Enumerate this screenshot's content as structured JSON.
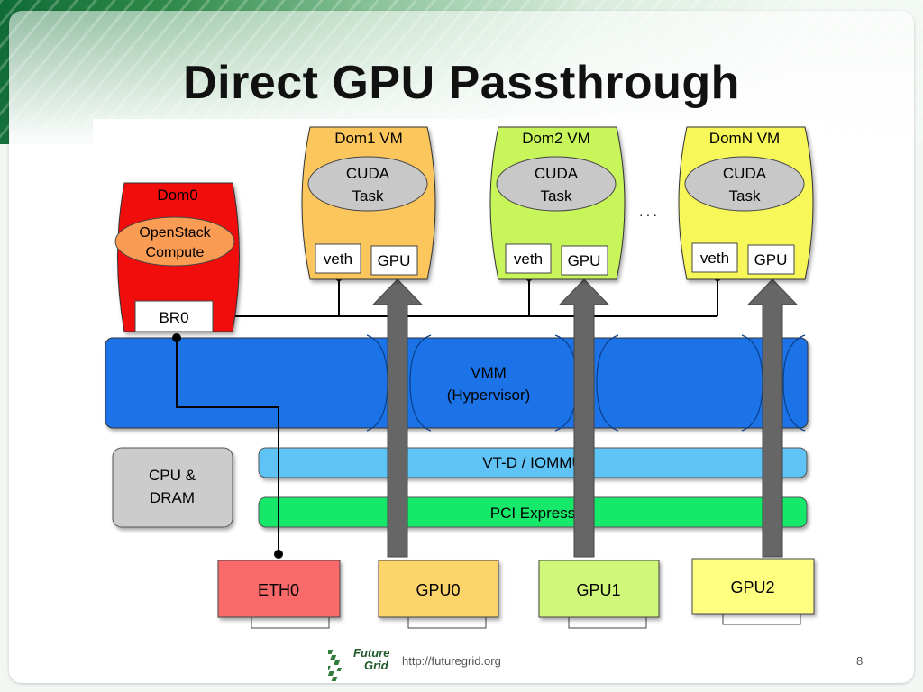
{
  "slide": {
    "title": "Direct GPU Passthrough",
    "footer_url": "http://futuregrid.org",
    "page_number": "8",
    "logo_text_line1": "Future",
    "logo_text_line2": "Grid"
  },
  "diagram": {
    "dom0": {
      "label": "Dom0",
      "service_line1": "OpenStack",
      "service_line2": "Compute",
      "bridge": "BR0"
    },
    "vms": [
      {
        "label": "Dom1 VM",
        "task_line1": "CUDA",
        "task_line2": "Task",
        "veth": "veth",
        "gpu": "GPU"
      },
      {
        "label": "Dom2 VM",
        "task_line1": "CUDA",
        "task_line2": "Task",
        "veth": "veth",
        "gpu": "GPU"
      },
      {
        "label": "DomN VM",
        "task_line1": "CUDA",
        "task_line2": "Task",
        "veth": "veth",
        "gpu": "GPU"
      }
    ],
    "ellipsis": ". . .",
    "vmm_line1": "VMM",
    "vmm_line2": "(Hypervisor)",
    "vtd": "VT-D / IOMMU",
    "pci": "PCI Express",
    "cpu_line1": "CPU &",
    "cpu_line2": "DRAM",
    "devices": [
      "ETH0",
      "GPU0",
      "GPU1",
      "GPU2"
    ],
    "colors": {
      "dom0": "#f20d0d",
      "vm1": "#fbc65c",
      "vm2": "#c8f55a",
      "vmN": "#f7f75a",
      "vmm": "#1a73e8",
      "vtd": "#5fc3f6",
      "pci": "#12e86a",
      "cpu": "#cccccc",
      "eth0": "#fb6a6a",
      "gpu0": "#fcd46a",
      "gpu1": "#d0f77a",
      "gpu2": "#ffff80",
      "arrow": "#666666"
    }
  }
}
